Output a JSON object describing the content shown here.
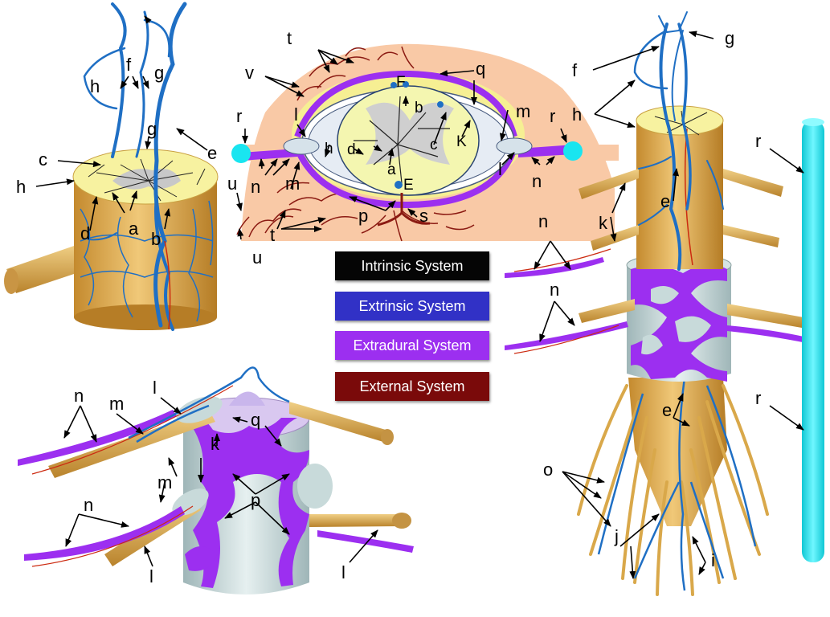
{
  "legend": {
    "intrinsic": {
      "label": "Intrinsic System",
      "color": "#050505"
    },
    "extrinsic": {
      "label": "Extrinsic System",
      "color": "#3131c6"
    },
    "extradural": {
      "label": "Extradural System",
      "color": "#9c2ff0"
    },
    "external": {
      "label": "External System",
      "color": "#7a0a0a"
    }
  },
  "colors": {
    "vessel_blue": "#1f6fc4",
    "root_tan": "#d9a84a",
    "cord_yellow": "#f7f2a0",
    "tissue_peach": "#f9c9a6",
    "artery_red": "#8b1a12",
    "vertebral_cyan": "#19e5f0",
    "dura_grey": "#c8dada"
  },
  "labels": {
    "a": "a",
    "b": "b",
    "c": "c",
    "d": "d",
    "e": "e",
    "f": "f",
    "g": "g",
    "h": "h",
    "i": "i",
    "j": "j",
    "k": "k",
    "K": "K",
    "l": "l",
    "m": "m",
    "n": "n",
    "o": "o",
    "p": "p",
    "q": "q",
    "r": "r",
    "s": "s",
    "t": "t",
    "u": "u",
    "v": "v",
    "E": "E",
    "F": "F"
  }
}
